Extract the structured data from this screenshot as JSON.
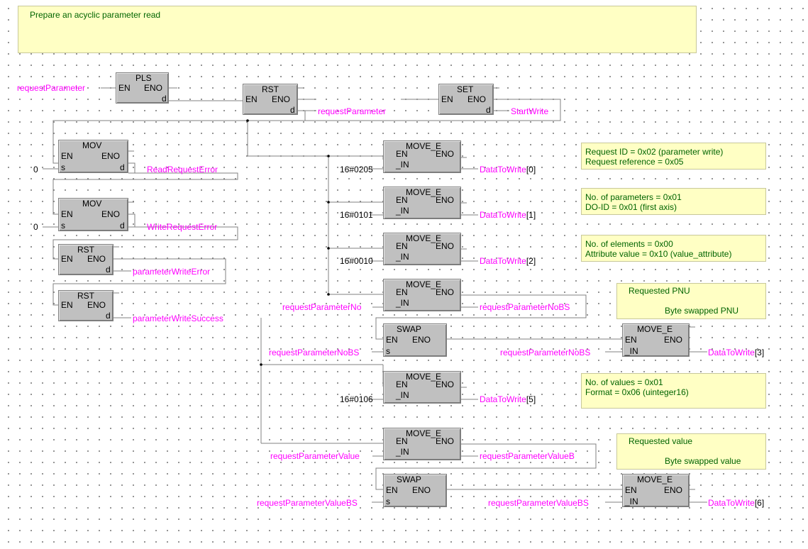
{
  "header_comment": "Prepare an acyclic parameter read",
  "pins": {
    "en": "EN",
    "eno": "ENO",
    "d": "d",
    "s": "s",
    "in": "_IN"
  },
  "blocks": {
    "pls": "PLS",
    "rst": "RST",
    "set": "SET",
    "mov": "MOV",
    "move_e": "MOVE_E",
    "swap": "SWAP"
  },
  "labels": {
    "requestParameter": "requestParameter",
    "startWrite": "StartWrite",
    "readRequestError": "ReadRequestError",
    "writeRequestError": "WriteRequestError",
    "parameterWriteError": "parameterWriteError",
    "parameterWriteSuccess": "parameterWriteSuccess",
    "requestParameterNo": "requestParameterNo",
    "requestParameterNoBS": "requestParameterNoBS",
    "requestParameterValue": "requestParameterValue",
    "requestParameterValueBS": "requestParameterValueBS",
    "requestParameterValueB": "requestParameterValueB",
    "dataToWrite": "DataToWrite",
    "zero": "0",
    "c0205": "16#0205",
    "c0101": "16#0101",
    "c0010": "16#0010",
    "c0106": "16#0106",
    "i0": "[0]",
    "i1": "[1]",
    "i2": "[2]",
    "i3": "[3]",
    "i5": "[5]",
    "i6": "[6]"
  },
  "notes": {
    "n1a": "Request ID = 0x02 (parameter write)",
    "n1b": "Request reference = 0x05",
    "n2a": "No. of parameters = 0x01",
    "n2b": "DO-ID = 0x01 (first axis)",
    "n3a": "No. of elements = 0x00",
    "n3b": "Attribute value = 0x10 (value_attribute)",
    "n4a": "Requested PNU",
    "n4b": "Byte swapped PNU",
    "n5a": "No. of values = 0x01",
    "n5b": "Format = 0x06 (uinteger16)",
    "n6a": "Requested value",
    "n6b": "Byte swapped value"
  },
  "colors": {
    "background": "#ffffff",
    "grid_dot": "#7a7a7a",
    "comment_fill": "#ffffc4",
    "comment_text": "#006400",
    "variable": "#ff00ff",
    "block_fill": "#c0c0c0",
    "wire": "#808080"
  }
}
